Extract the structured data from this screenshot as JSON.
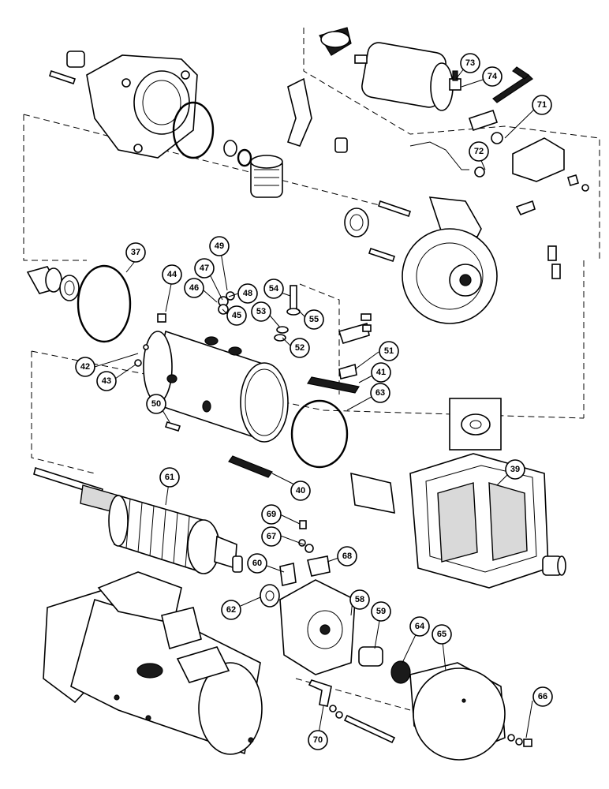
{
  "callouts": [
    {
      "id": "c37",
      "label": "37"
    },
    {
      "id": "c39",
      "label": "39"
    },
    {
      "id": "c40",
      "label": "40"
    },
    {
      "id": "c41",
      "label": "41"
    },
    {
      "id": "c42",
      "label": "42"
    },
    {
      "id": "c43",
      "label": "43"
    },
    {
      "id": "c44",
      "label": "44"
    },
    {
      "id": "c45",
      "label": "45"
    },
    {
      "id": "c46",
      "label": "46"
    },
    {
      "id": "c47",
      "label": "47"
    },
    {
      "id": "c48",
      "label": "48"
    },
    {
      "id": "c49",
      "label": "49"
    },
    {
      "id": "c50",
      "label": "50"
    },
    {
      "id": "c51",
      "label": "51"
    },
    {
      "id": "c52",
      "label": "52"
    },
    {
      "id": "c53",
      "label": "53"
    },
    {
      "id": "c54",
      "label": "54"
    },
    {
      "id": "c55",
      "label": "55"
    },
    {
      "id": "c58",
      "label": "58"
    },
    {
      "id": "c59",
      "label": "59"
    },
    {
      "id": "c60",
      "label": "60"
    },
    {
      "id": "c61",
      "label": "61"
    },
    {
      "id": "c62",
      "label": "62"
    },
    {
      "id": "c63",
      "label": "63"
    },
    {
      "id": "c64",
      "label": "64"
    },
    {
      "id": "c65",
      "label": "65"
    },
    {
      "id": "c66",
      "label": "66"
    },
    {
      "id": "c67",
      "label": "67"
    },
    {
      "id": "c68",
      "label": "68"
    },
    {
      "id": "c69",
      "label": "69"
    },
    {
      "id": "c70",
      "label": "70"
    },
    {
      "id": "c71",
      "label": "71"
    },
    {
      "id": "c72",
      "label": "72"
    },
    {
      "id": "c73",
      "label": "73"
    },
    {
      "id": "c74",
      "label": "74"
    }
  ]
}
